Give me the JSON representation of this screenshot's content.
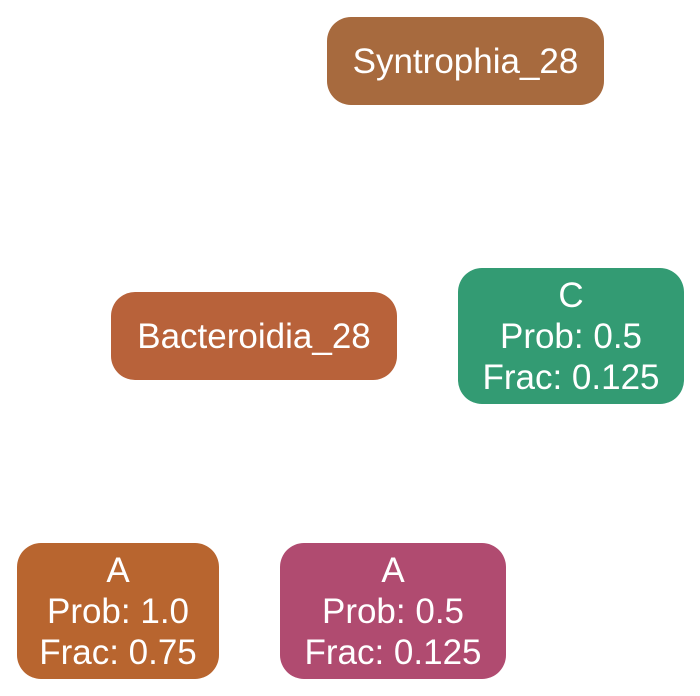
{
  "nodes": {
    "root": {
      "label": "Syntrophia_28",
      "color": "#a76a3e"
    },
    "mid": {
      "label": "Bacteroidia_28",
      "color": "#b8623a"
    },
    "c": {
      "label": "C",
      "prob": "Prob: 0.5",
      "frac": "Frac: 0.125",
      "color": "#339b73"
    },
    "a1": {
      "label": "A",
      "prob": "Prob: 1.0",
      "frac": "Frac: 0.75",
      "color": "#b8652f"
    },
    "a2": {
      "label": "A",
      "prob": "Prob: 0.5",
      "frac": "Frac: 0.125",
      "color": "#b04b70"
    }
  }
}
